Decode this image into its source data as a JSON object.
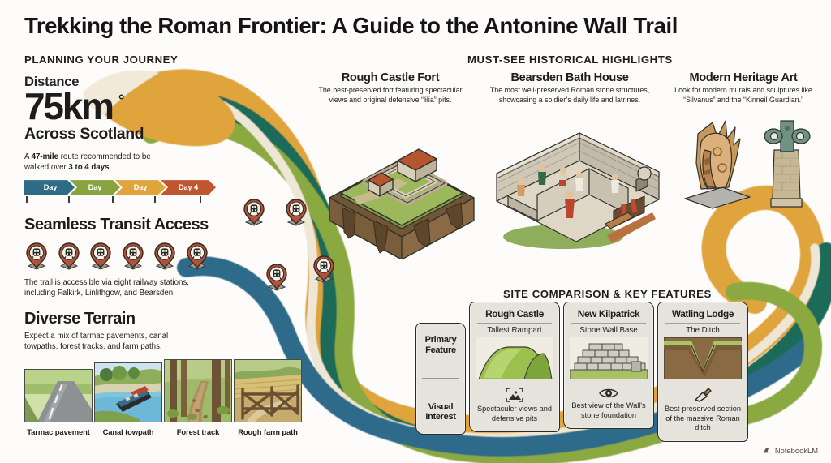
{
  "header": {
    "title": "Trekking the Roman Frontier: A Guide to the Antonine Wall Trail"
  },
  "planning": {
    "section_label": "PLANNING YOUR JOURNEY",
    "distance_label": "Distance",
    "distance_value": "75km",
    "degree_symbol": "°",
    "distance_sub": "Across Scotland",
    "route_note_pre": "A ",
    "route_note_b1": "47-mile",
    "route_note_mid": " route recommended to be walked over ",
    "route_note_b2": "3 to 4 days",
    "days": [
      {
        "label": "Day",
        "color": "#2e6b86"
      },
      {
        "label": "Day",
        "color": "#89a33f"
      },
      {
        "label": "Day",
        "color": "#e0a43c"
      },
      {
        "label": "Day 4",
        "color": "#c0562f"
      }
    ]
  },
  "transit": {
    "heading": "Seamless Transit Access",
    "station_count": 6,
    "note": "The trail is accessible via eight railway stations, including Falkirk, Linlithgow, and Bearsden.",
    "pin_icon": "train-station-pin-icon"
  },
  "terrain": {
    "heading": "Diverse Terrain",
    "note": "Expect a mix of tarmac pavements, canal towpaths, forest tracks, and farm paths.",
    "items": [
      {
        "caption": "Tarmac pavement",
        "art": "road"
      },
      {
        "caption": "Canal towpath",
        "art": "canal"
      },
      {
        "caption": "Forest track",
        "art": "forest"
      },
      {
        "caption": "Rough farm path",
        "art": "farm"
      }
    ]
  },
  "highlights": {
    "section_label": "MUST-SEE HISTORICAL HIGHLIGHTS",
    "items": [
      {
        "title": "Rough Castle Fort",
        "desc": "The best-preserved fort featuring spectacular views and original defensive “lilia” pits.",
        "art": "isometric-fort"
      },
      {
        "title": "Bearsden Bath House",
        "desc": "The most well-preserved Roman stone structures, showcasing a soldier’s daily life and latrines.",
        "art": "isometric-bathhouse"
      },
      {
        "title": "Modern Heritage Art",
        "desc": "Look for modern murals and sculptures like “Silvanus” and the “Kinneil Guardian.”",
        "art": "sculptures"
      }
    ]
  },
  "comparison": {
    "section_label": "SITE COMPARISON & KEY FEATURES",
    "row_labels": [
      "Primary Feature",
      "Visual Interest"
    ],
    "cards": [
      {
        "title": "Rough Castle",
        "feature": "Tallest Rampart",
        "art": "green-rampart-mound",
        "visual_icon": "image-photo-icon",
        "visual": "Spectaculer views and defensive pits"
      },
      {
        "title": "New Kilpatrick",
        "feature": "Stone Wall Base",
        "art": "stone-wall-course",
        "visual_icon": "eye-icon",
        "visual": "Best view of the Wall's stone foundation"
      },
      {
        "title": "Watling Lodge",
        "feature": "The Ditch",
        "art": "v-shaped-ditch-section",
        "visual_icon": "trowel-icon",
        "visual": "Best-preserved section of the massive Roman ditch"
      }
    ]
  },
  "watermark": {
    "label": "NotebookLM",
    "icon": "notebooklm-icon"
  },
  "palette": {
    "ribbon_teal": "#1f6b58",
    "ribbon_green": "#8aa93f",
    "ribbon_gold": "#e0a43c",
    "ribbon_cream": "#efe7d6",
    "ribbon_blue": "#2f6a8a",
    "ink": "#1d1d1b",
    "stone": "#e6e3dc",
    "pin": "#b0533a"
  }
}
